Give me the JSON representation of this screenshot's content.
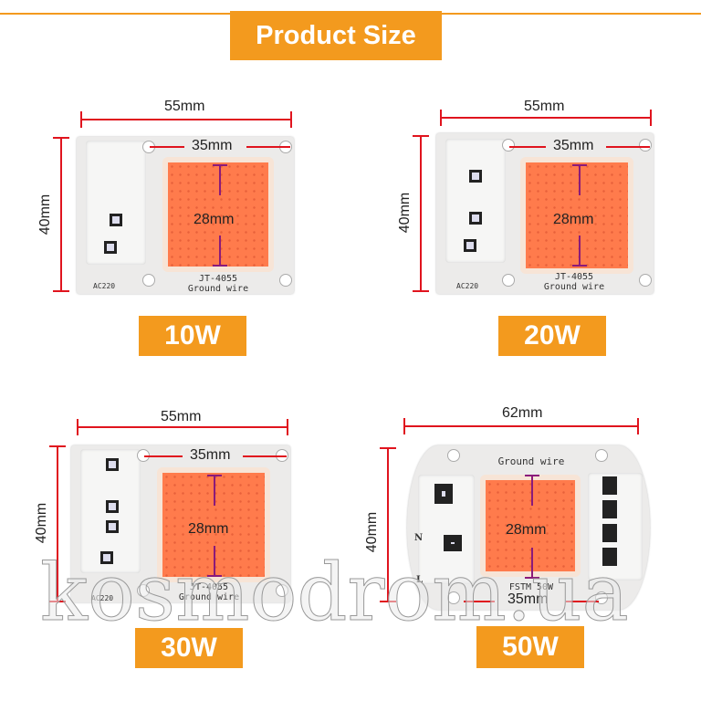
{
  "header": {
    "title": "Product Size"
  },
  "products": [
    {
      "watt": "10W",
      "width": "55mm",
      "height": "40mm",
      "led_width": "35mm",
      "led_height": "28mm",
      "marking": "JT-4055",
      "ground": "Ground wire",
      "ac": "AC220"
    },
    {
      "watt": "20W",
      "width": "55mm",
      "height": "40mm",
      "led_width": "35mm",
      "led_height": "28mm",
      "marking": "JT-4055",
      "ground": "Ground wire",
      "ac": "AC220"
    },
    {
      "watt": "30W",
      "width": "55mm",
      "height": "40mm",
      "led_width": "35mm",
      "led_height": "28mm",
      "marking": "JT-4055",
      "ground": "Ground wire",
      "ac": "AC220"
    },
    {
      "watt": "50W",
      "width": "62mm",
      "height": "40mm",
      "led_width": "35mm",
      "led_height": "28mm",
      "marking": "FSTM 50W",
      "ground": "Ground wire",
      "n": "N",
      "l": "L"
    }
  ],
  "watermark": "kosmodrom.ua",
  "colors": {
    "accent": "#f39a1e",
    "dimension": "#e0141e",
    "led": "#ff7b4c"
  }
}
